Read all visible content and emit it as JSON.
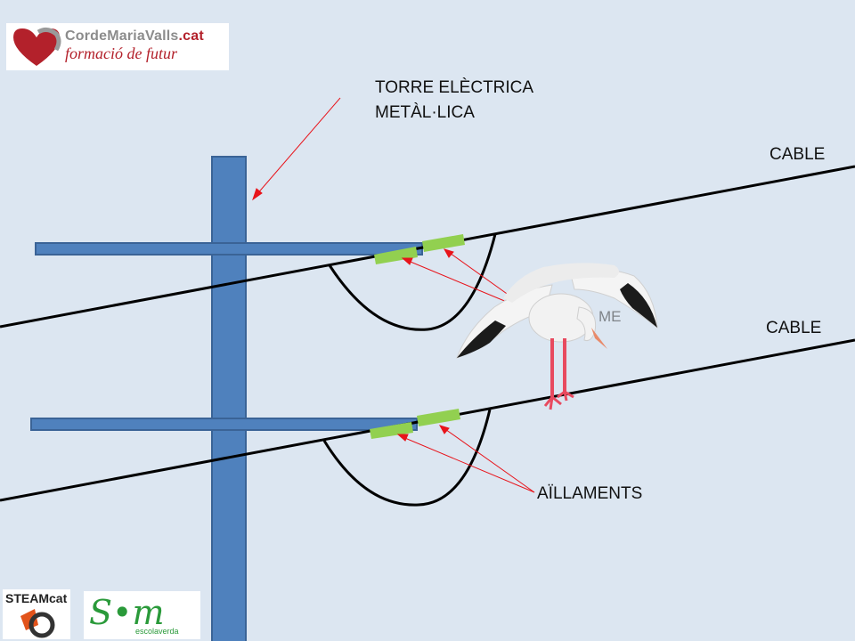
{
  "labels": {
    "tower_line1": "TORRE ELÈCTRICA",
    "tower_line2": "METÀL·LICA",
    "cable_top": "CABLE",
    "cable_bottom": "CABLE",
    "insulators": "AÏLLAMENTS",
    "insulators_hidden_fragment": "ME"
  },
  "logos": {
    "top": {
      "name": "CordeMariaValls",
      "tld": ".cat",
      "tagline": "formació de futur"
    },
    "steam": {
      "text": "STEAMcat"
    },
    "som": {
      "word": "S•m",
      "sub": "escolaverda"
    }
  },
  "colors": {
    "background": "#dce6f1",
    "tower": "#4f81bd",
    "tower_edge": "#3a6396",
    "insulator": "#92d050",
    "cable": "#000000",
    "arrow": "#e8141b"
  }
}
